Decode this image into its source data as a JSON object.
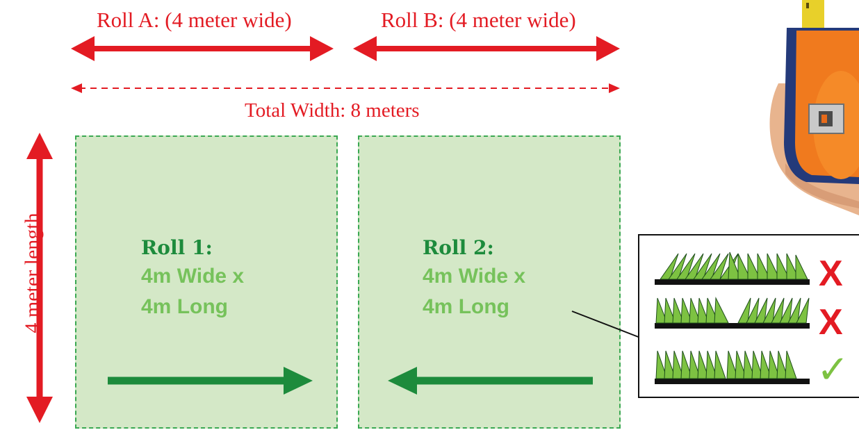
{
  "labels": {
    "roll_a": "Roll A: (4 meter wide)",
    "roll_b": "Roll B: (4 meter wide)",
    "total_width": "Total Width: 8 meters",
    "length": "4 meter length"
  },
  "rolls": [
    {
      "title": "Roll 1:",
      "line1": "4m Wide x",
      "line2": "4m Long",
      "direction": "right"
    },
    {
      "title": "Roll 2:",
      "line1": "4m Wide x",
      "line2": "4m Long",
      "direction": "left"
    }
  ],
  "legend": {
    "marks": [
      "X",
      "X",
      "✓"
    ]
  },
  "colors": {
    "measure_red": "#e31b23",
    "panel_fill": "#d4e8c7",
    "dark_green": "#1d8b3c",
    "light_green": "#76c25b",
    "check_green": "#7dc242"
  }
}
